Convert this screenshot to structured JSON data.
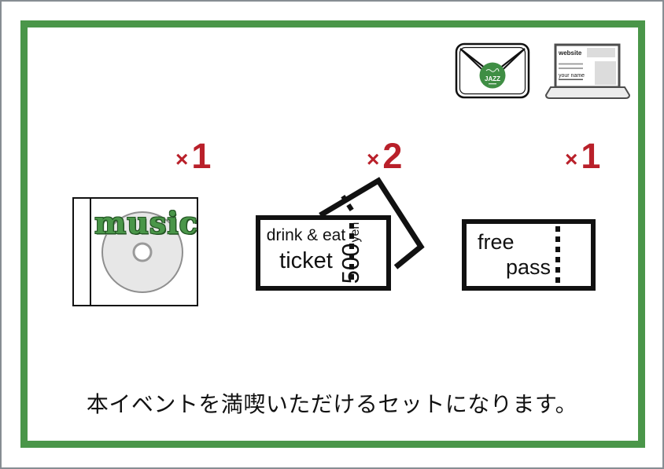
{
  "poster": {
    "caption": "本イベントを満喫いただけるセットになります。",
    "colors": {
      "frame_green": "#4a9649",
      "accent_red": "#b9202a",
      "music_green": "#4a9649",
      "sticker_green": "#3f8e44"
    },
    "envelope": {
      "sticker_text": "JAZZ"
    },
    "laptop": {
      "site_label": "website",
      "name_label": "your name"
    },
    "cd": {
      "qty_sign": "×",
      "qty": "1",
      "disc_label": "music"
    },
    "ticket": {
      "qty_sign": "×",
      "qty": "2",
      "line1": "drink & eat",
      "line2": "ticket",
      "price": "500",
      "unit": "yen"
    },
    "pass": {
      "qty_sign": "×",
      "qty": "1",
      "line1": "free",
      "line2": "pass"
    }
  }
}
